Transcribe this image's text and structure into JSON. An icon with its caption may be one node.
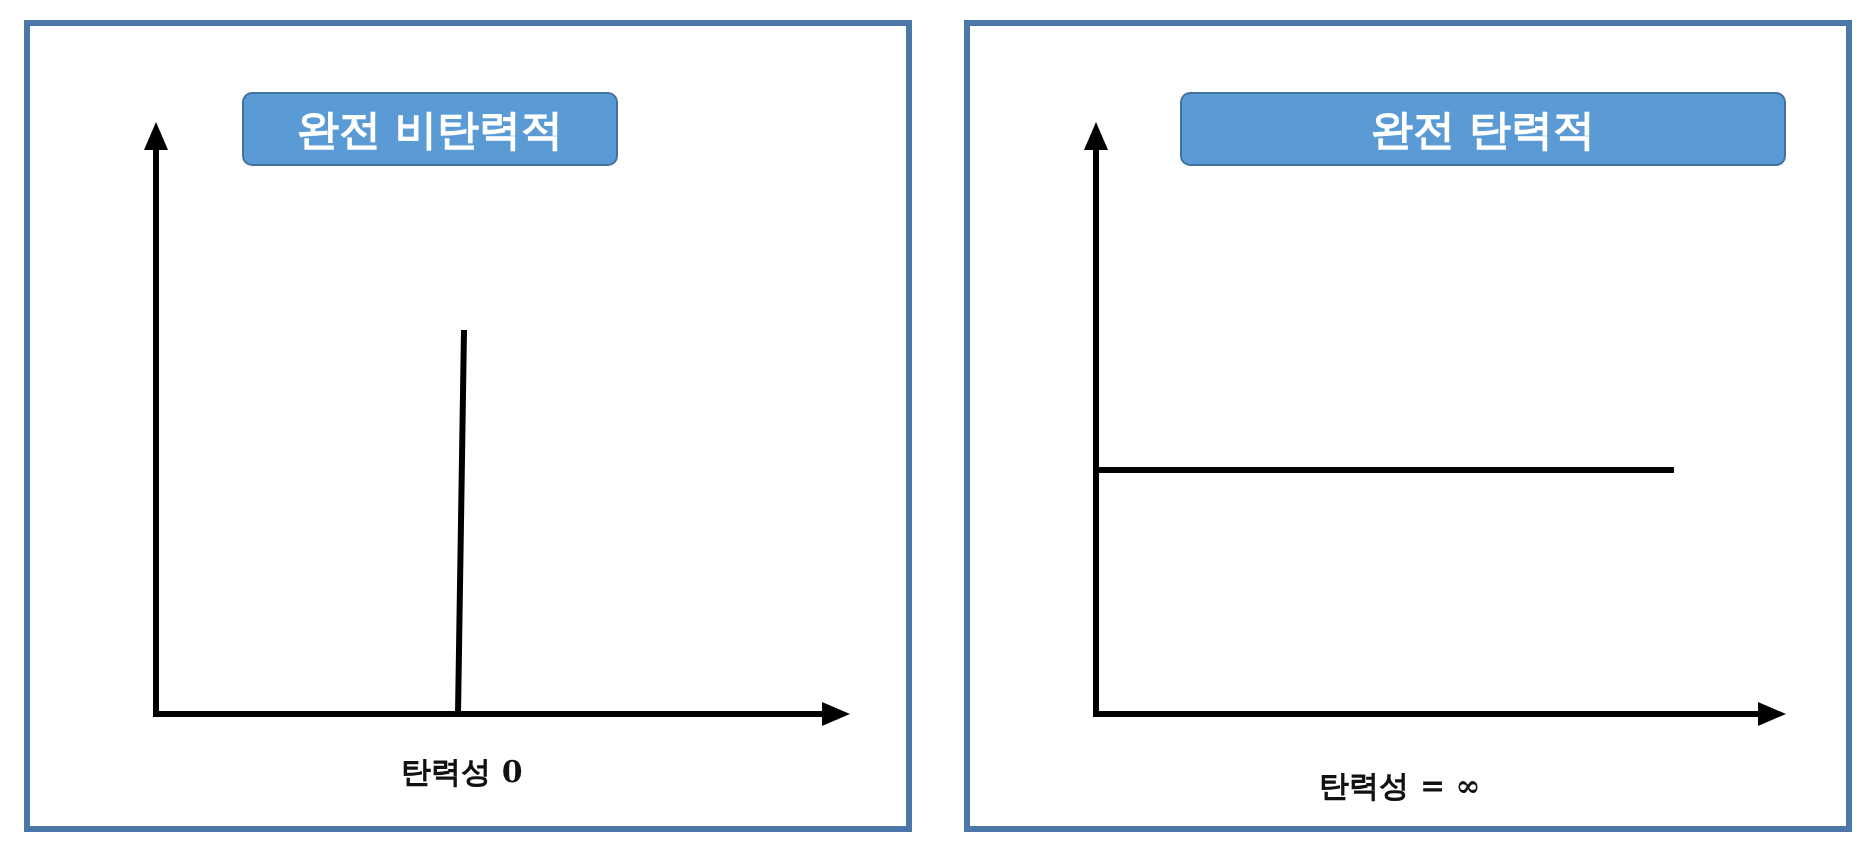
{
  "diagram": {
    "nodes": [
      {
        "text": [],
        "shape": "box"
      },
      {
        "text": [
          "완전 비탄력적"
        ],
        "in": 0
      },
      {
        "text": [],
        "shape": "box"
      },
      {
        "text": [
          "완전 탄력적"
        ],
        "in": 2
      }
    ],
    "labels": [
      "탄력성 0",
      "탄력성 = ∞"
    ]
  }
}
